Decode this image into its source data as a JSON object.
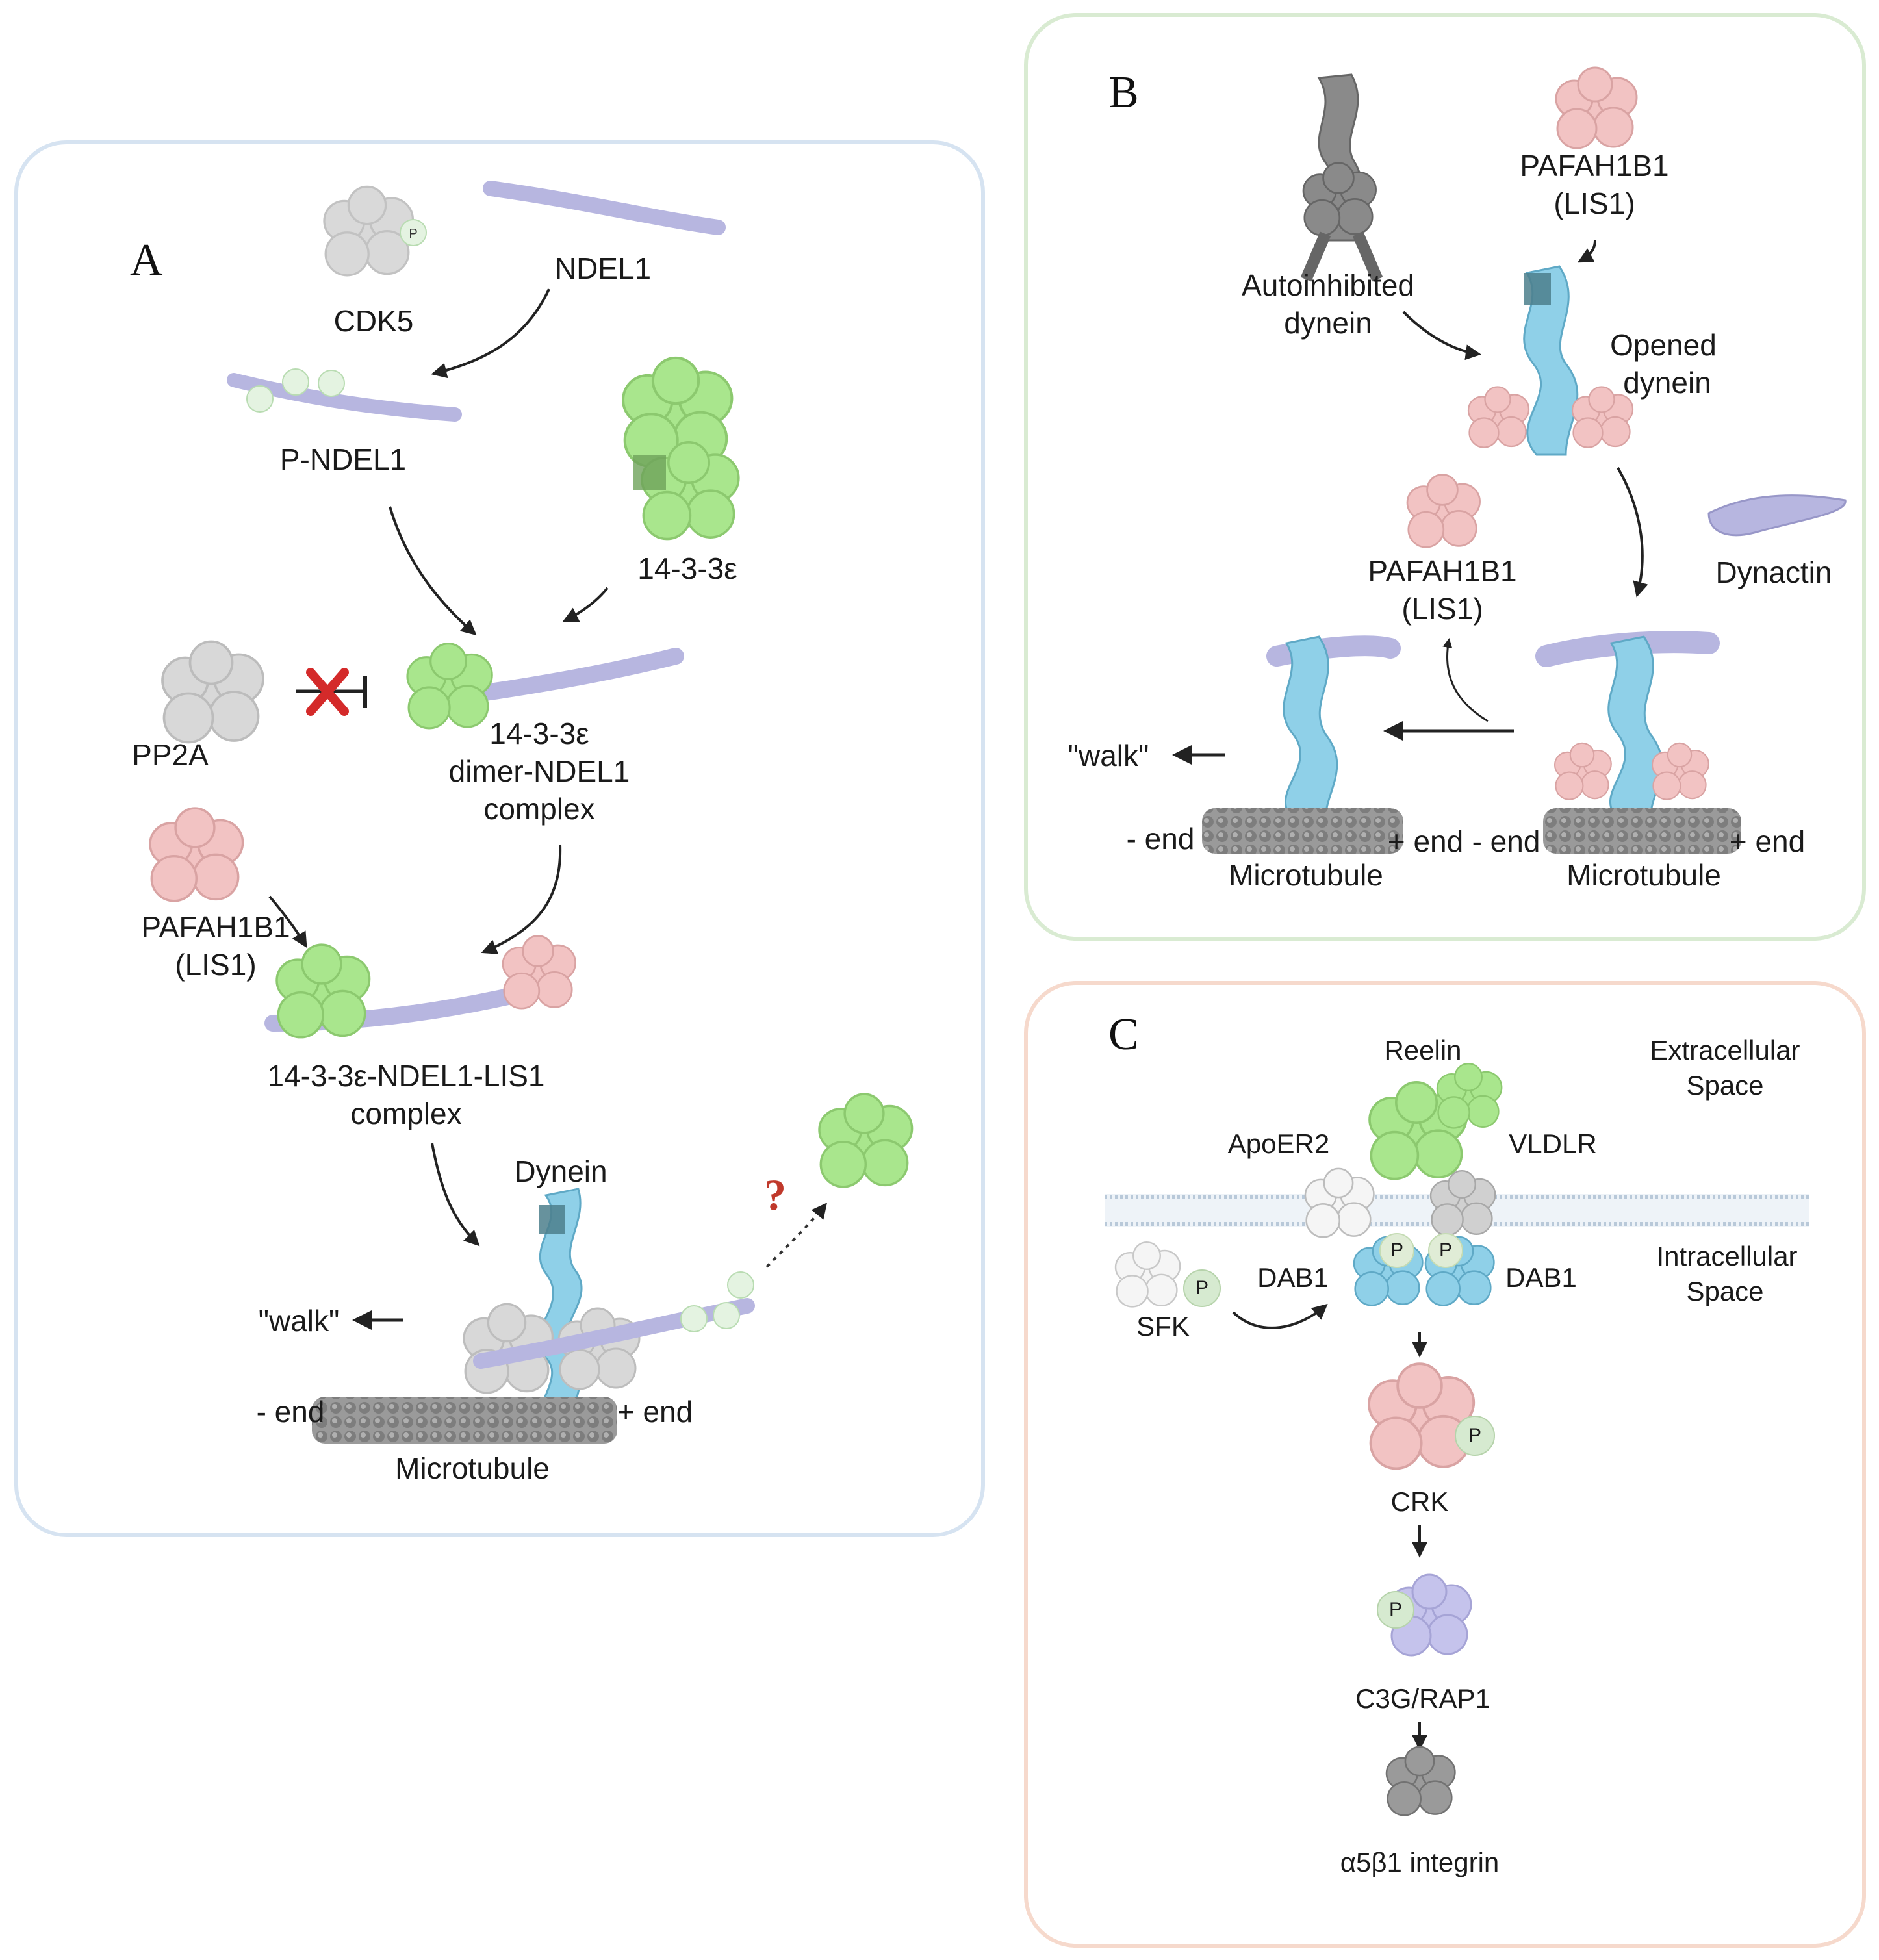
{
  "colors": {
    "panel_a_border": "#d6e3f1",
    "panel_b_border": "#d9ebd2",
    "panel_c_border": "#f6d9cc",
    "ndel1": "#b7b6e0",
    "cdk5": "#d8d8d8",
    "ywhae": "#a9e68d",
    "lis1": "#f2c3c3",
    "dynein": "#8fd0e8",
    "microtubule": "#8c8c8c",
    "phospho": "#d9efd4",
    "inhibition_x": "#d42a2a"
  },
  "panel_a": {
    "letter": "A",
    "labels": {
      "cdk5": "CDK5",
      "ndel1": "NDEL1",
      "p_ndel1": "P-NDEL1",
      "ywhae": "14-3-3ε",
      "pp2a": "PP2A",
      "complex1": [
        "14-3-3ε",
        "dimer-NDEL1",
        "complex"
      ],
      "lis1": [
        "PAFAH1B1",
        "(LIS1)"
      ],
      "complex2": [
        "14-3-3ε-NDEL1-LIS1",
        "complex"
      ],
      "dynein": "Dynein",
      "walk": "\"walk\"",
      "minus_end": "- end",
      "plus_end": "+ end",
      "microtubule": "Microtubule",
      "question": "?"
    }
  },
  "panel_b": {
    "letter": "B",
    "labels": {
      "autoinhibited": [
        "Autoinhibited",
        "dynein"
      ],
      "lis1_top": [
        "PAFAH1B1",
        "(LIS1)"
      ],
      "opened": [
        "Opened",
        "dynein"
      ],
      "lis1_mid": [
        "PAFAH1B1",
        "(LIS1)"
      ],
      "dynactin": "Dynactin",
      "walk": "\"walk\"",
      "minus_end_1": "- end",
      "plus_end_1": "+ end",
      "minus_end_2": "- end",
      "plus_end_2": "+ end",
      "microtubule_1": "Microtubule",
      "microtubule_2": "Microtubule"
    }
  },
  "panel_c": {
    "letter": "C",
    "labels": {
      "reelin": "Reelin",
      "extracellular": [
        "Extracellular",
        "Space"
      ],
      "apoer2": "ApoER2",
      "vldlr": "VLDLR",
      "intracellular": [
        "Intracellular",
        "Space"
      ],
      "dab1_left": "DAB1",
      "dab1_right": "DAB1",
      "sfk": "SFK",
      "crk": "CRK",
      "c3g": "C3G/RAP1",
      "integrin": "α5β1 integrin"
    }
  },
  "phospho_label": "P"
}
